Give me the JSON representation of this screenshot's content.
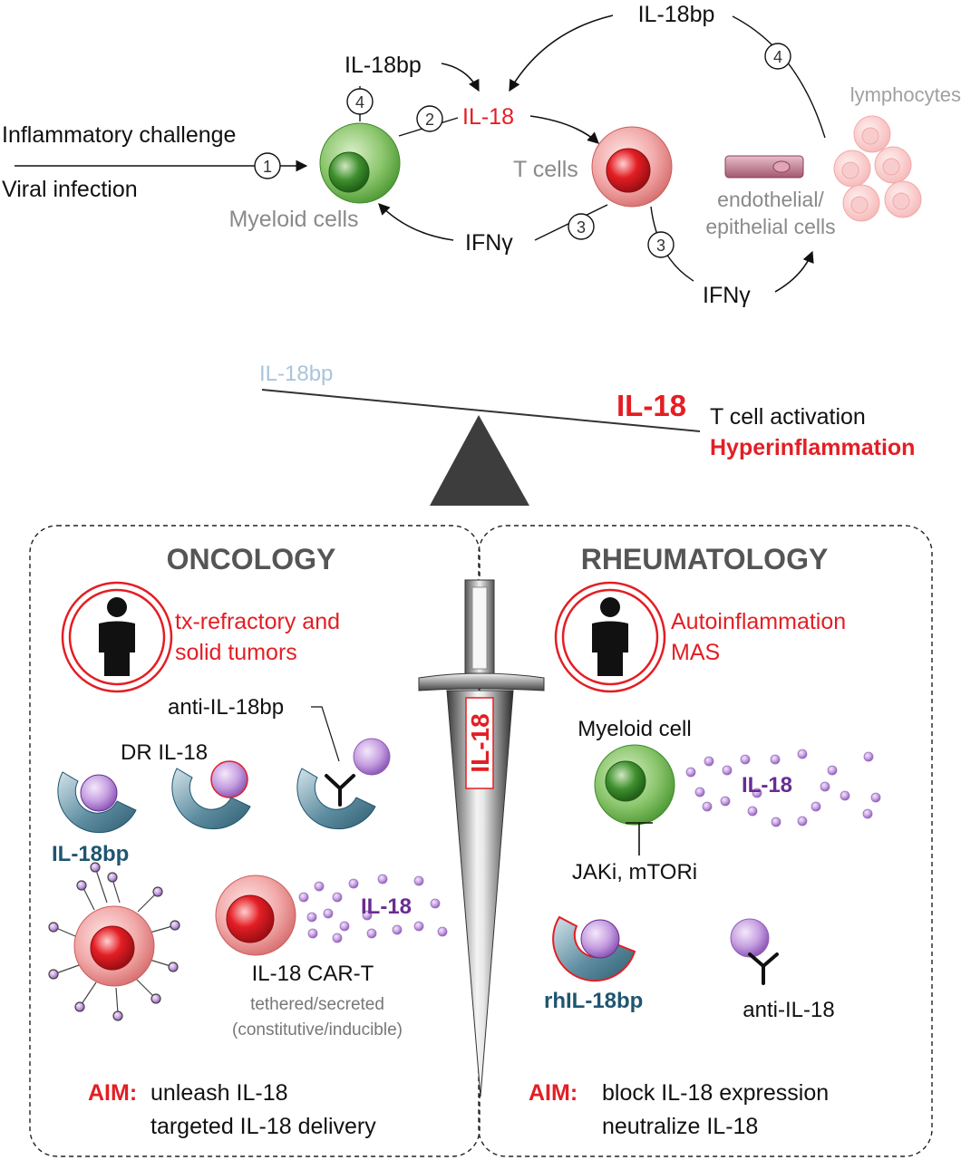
{
  "top": {
    "inputs": [
      "Inflammatory challenge",
      "Viral infection"
    ],
    "il18bp_left": "IL-18bp",
    "il18bp_right": "IL-18bp",
    "il18": "IL-18",
    "myeloid_cells": "Myeloid cells",
    "t_cells": "T cells",
    "ifng_left": "IFNγ",
    "ifng_right": "IFNγ",
    "endothelial": [
      "endothelial/",
      "epithelial cells"
    ],
    "lymphocytes": "lymphocytes",
    "steps": [
      "1",
      "2",
      "3",
      "3",
      "4",
      "4"
    ]
  },
  "balance": {
    "left": "IL-18bp",
    "right": "IL-18",
    "effect1": "T cell activation",
    "effect2": "Hyperinflammation"
  },
  "oncology": {
    "title": "ONCOLOGY",
    "patient": [
      "tx-refractory and",
      "solid tumors"
    ],
    "anti_il18bp": "anti-IL-18bp",
    "dr_il18": "DR IL-18",
    "il18bp": "IL-18bp",
    "il18": "IL-18",
    "car_t": "IL-18 CAR-T",
    "car_t_sub": [
      "tethered/secreted",
      "(constitutive/inducible)"
    ],
    "aim_label": "AIM:",
    "aim": [
      "unleash IL-18",
      "targeted IL-18 delivery"
    ]
  },
  "rheumatology": {
    "title": "RHEUMATOLOGY",
    "patient": [
      "Autoinflammation",
      "MAS"
    ],
    "myeloid_cell": "Myeloid cell",
    "il18": "IL-18",
    "inhibitors": "JAKi, mTORi",
    "rhil18bp": "rhIL-18bp",
    "anti_il18": "anti-IL-18",
    "aim_label": "AIM:",
    "aim": [
      "block IL-18 expression",
      "neutralize IL-18"
    ]
  },
  "sword_label": "IL-18",
  "colors": {
    "red": "#e31e24",
    "gray": "#8a8a8a",
    "purple": "#6a2c91",
    "teal": "#1f5570",
    "light_blue": "#a9c4dc"
  }
}
